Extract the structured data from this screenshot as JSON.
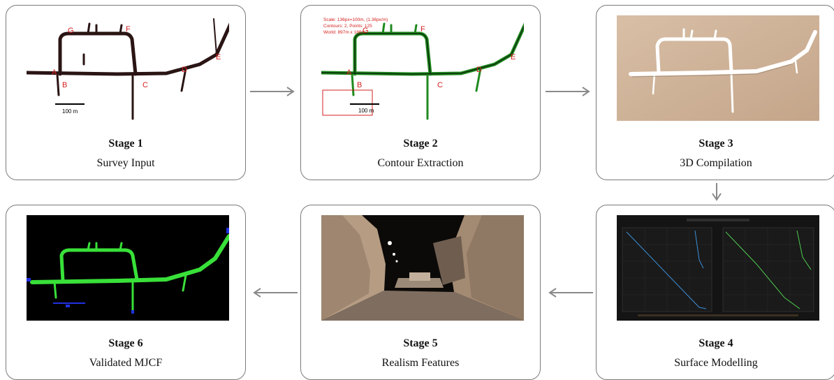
{
  "stages": [
    {
      "title": "Stage 1",
      "subtitle": "Survey Input"
    },
    {
      "title": "Stage 2",
      "subtitle": "Contour Extraction"
    },
    {
      "title": "Stage 3",
      "subtitle": "3D Compilation"
    },
    {
      "title": "Stage 4",
      "subtitle": "Surface Modelling"
    },
    {
      "title": "Stage 5",
      "subtitle": "Realism Features"
    },
    {
      "title": "Stage 6",
      "subtitle": "Validated MJCF"
    }
  ],
  "survey_labels": {
    "a": "A",
    "b": "B",
    "c": "C",
    "d": "D",
    "e": "E",
    "f": "F",
    "g": "G",
    "scale": "100 m"
  },
  "contour_info": {
    "line1": "Scale: 136px=100m, (1.36px/m)",
    "line2": "Contours: 2, Points: 125",
    "line3": "World: 897m x 186m"
  },
  "colors": {
    "border": "#7a7a7a",
    "arrow": "#8a8a8a",
    "label_red": "#d42020",
    "contour_green": "#1fdc1f",
    "sand": "#c9ad93"
  }
}
